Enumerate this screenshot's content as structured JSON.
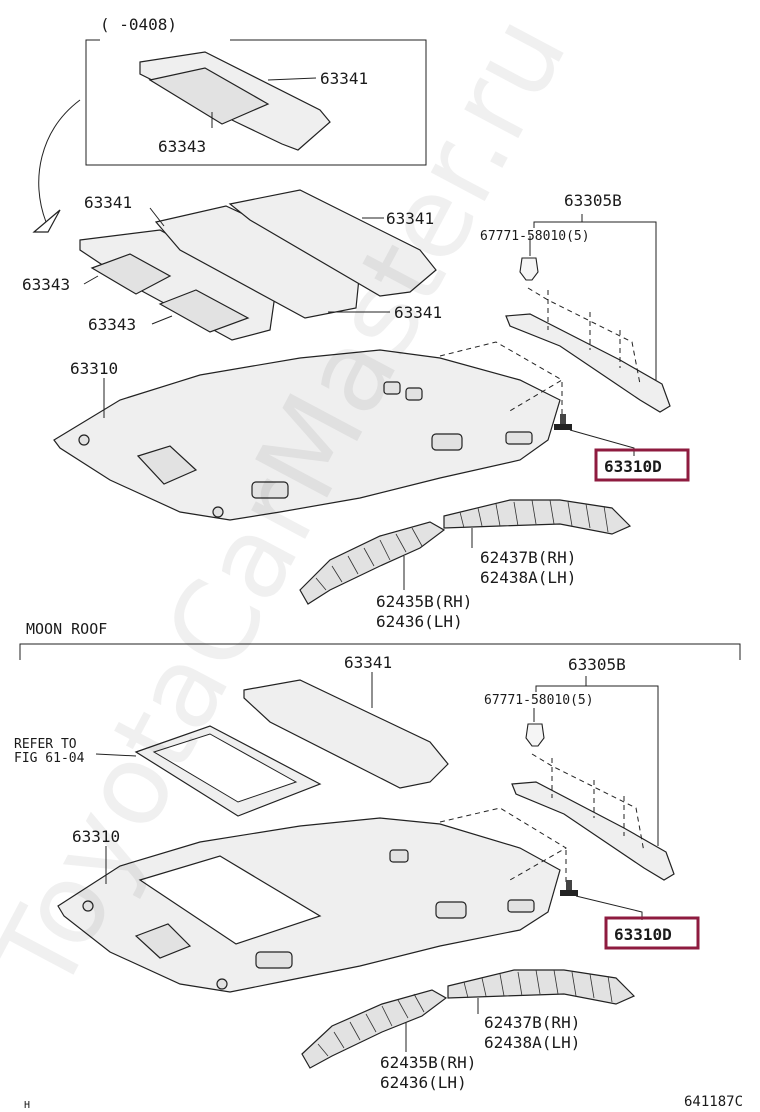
{
  "top_section": {
    "inset_date_label": "(      -0408)",
    "inset_labels": [
      "63341",
      "63343"
    ],
    "labels": {
      "panel_a": "63341",
      "panel_b": "63341",
      "panel_c": "63341",
      "pad_a": "63343",
      "pad_b": "63343",
      "headlining": "63310",
      "assembly": "63305B",
      "clip": "67771-58010(5)",
      "bracket": "63310D",
      "trim_1": "62437B(RH)",
      "trim_2": "62438A(LH)",
      "trim_3": "62435B(RH)",
      "trim_4": "62436(LH)"
    }
  },
  "moon_roof_section": {
    "title": "MOON ROOF",
    "refer_1": "REFER TO",
    "refer_2": "FIG 61-04",
    "labels": {
      "panel": "63341",
      "headlining": "63310",
      "assembly": "63305B",
      "clip": "67771-58010(5)",
      "bracket": "63310D",
      "trim_1": "62437B(RH)",
      "trim_2": "62438A(LH)",
      "trim_3": "62435B(RH)",
      "trim_4": "62436(LH)"
    }
  },
  "footer": {
    "left_mark": "H",
    "figure_code": "641187C"
  },
  "watermark": "ToyotaCarMaster.ru",
  "colors": {
    "highlight_box": "#8e1b3f",
    "line_art": "#222222"
  }
}
